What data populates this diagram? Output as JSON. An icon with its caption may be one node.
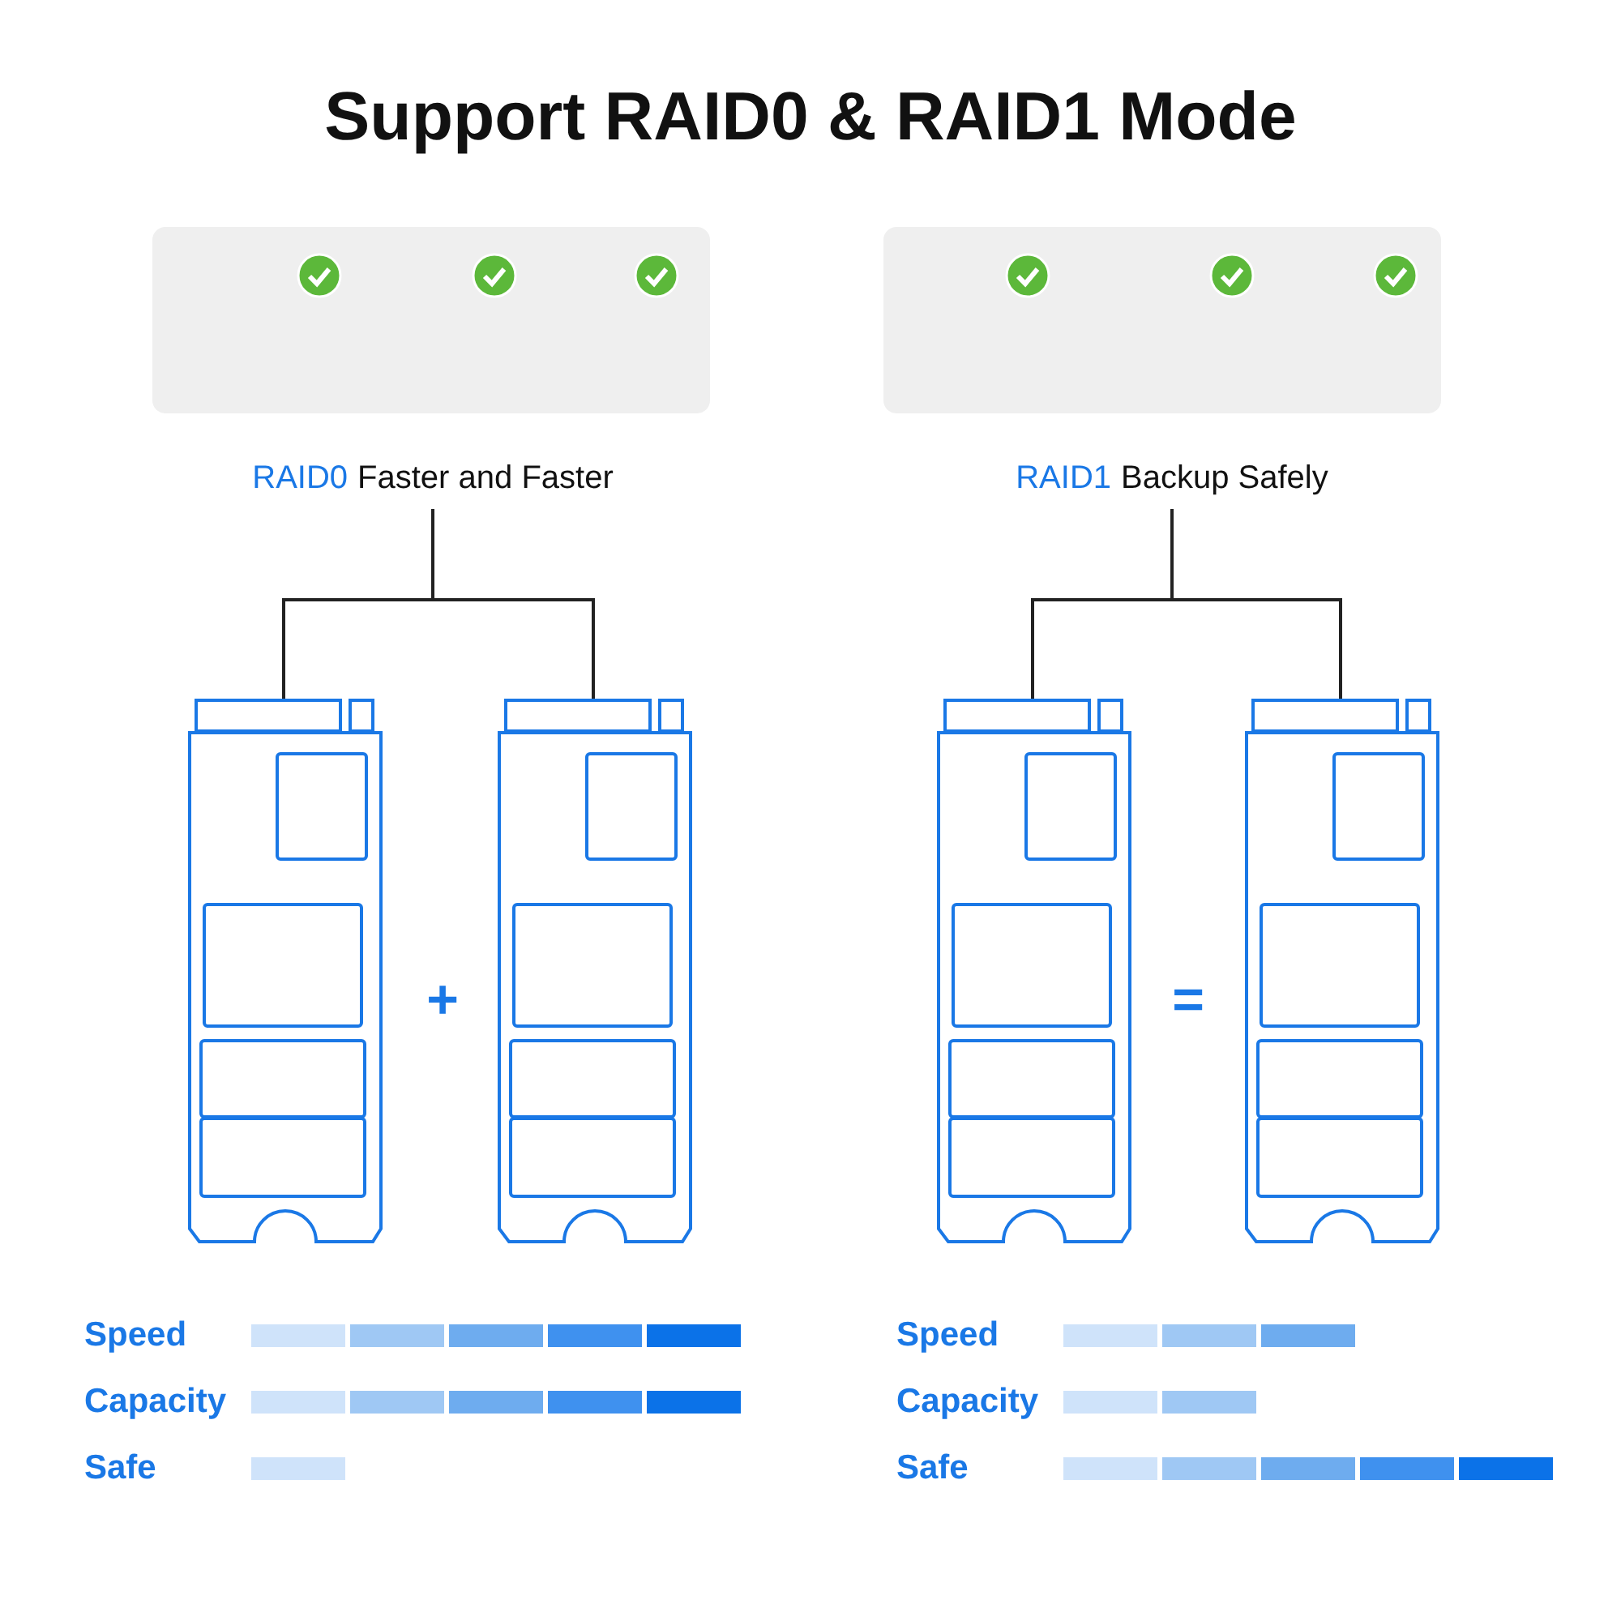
{
  "diagram": {
    "title": "Support RAID0 & RAID1 Mode",
    "nodes": [
      {
        "text": [
          "RAID0",
          "Faster and Faster"
        ]
      },
      {
        "text": [],
        "shape": "picture"
      },
      {
        "text": [],
        "shape": "picture"
      },
      {
        "text": [
          "RAID1",
          "Backup Safely"
        ]
      },
      {
        "text": [],
        "shape": "picture"
      },
      {
        "text": [],
        "shape": "picture"
      }
    ],
    "edges": [
      {
        "from": 0,
        "to": 1,
        "arrow": "none"
      },
      {
        "from": 0,
        "to": 2,
        "arrow": "none"
      },
      {
        "from": 3,
        "to": 4,
        "arrow": "none"
      },
      {
        "from": 3,
        "to": 5,
        "arrow": "none"
      }
    ],
    "labels": [
      "+",
      "=",
      "Speed",
      "Capacity",
      "Safe",
      "Speed",
      "Capacity",
      "Safe"
    ]
  }
}
